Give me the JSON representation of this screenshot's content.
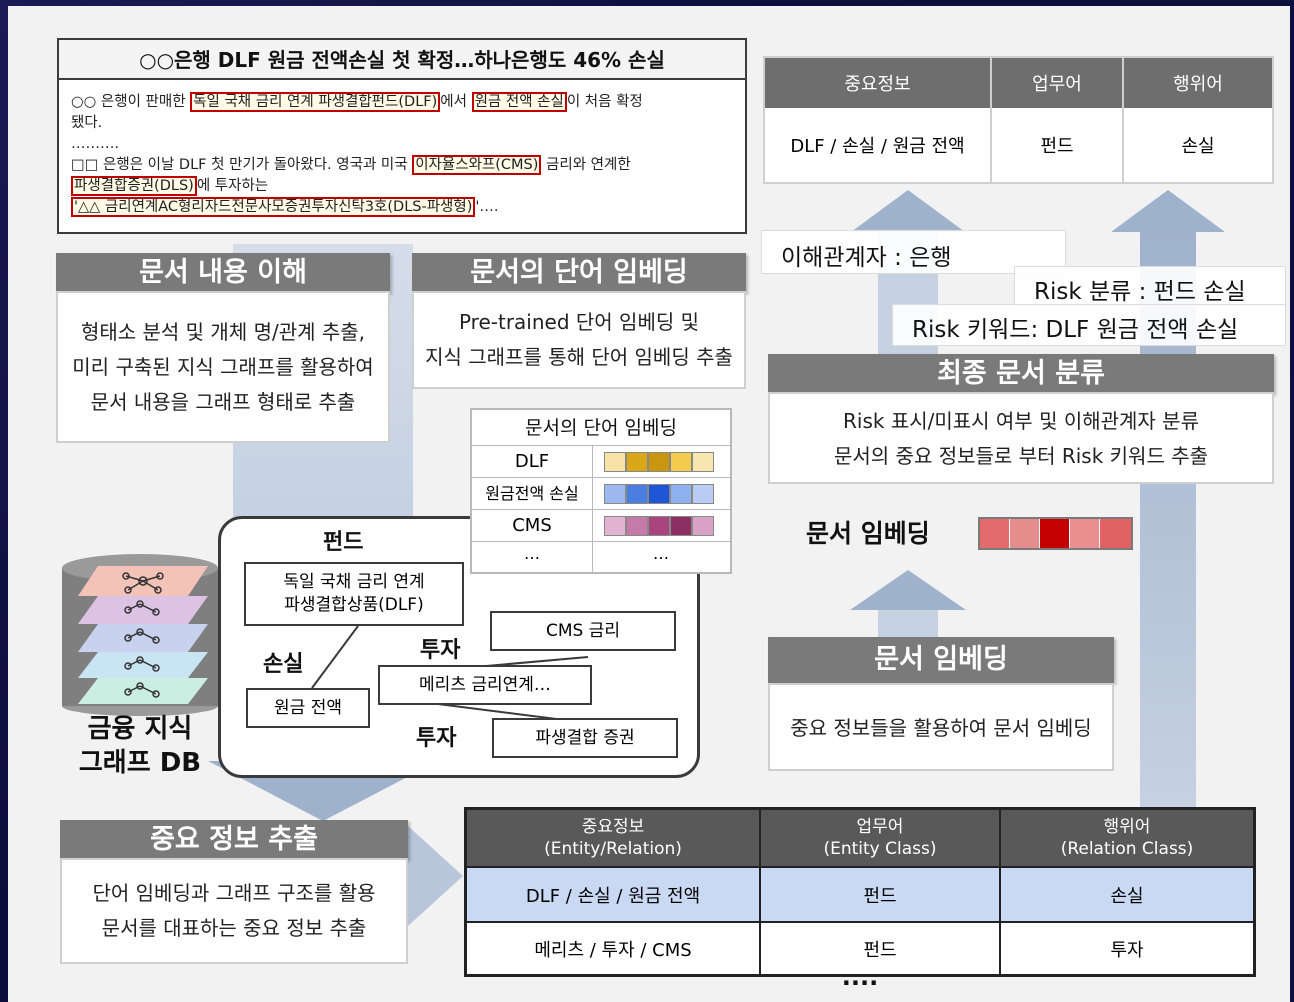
{
  "news": {
    "title": "○○은행 DLF 원금 전액손실 첫 확정…하나은행도 46% 손실",
    "line1_a": "○○ 은행이 판매한 ",
    "line1_hl1": "독일 국채 금리 연계 파생결합펀드(DLF)",
    "line1_b": "에서 ",
    "line1_hl2": "원금 전액 손실",
    "line1_c": "이 처음 확정",
    "line2": "됐다.",
    "line3": "……….",
    "line4_a": "□□ 은행은 이날 DLF 첫 만기가 돌아왔다. 영국과 미국 ",
    "line4_hl": "이자율스와프(CMS)",
    "line4_b": " 금리와 연계한",
    "line5_hl": "파생결합증권(DLS)",
    "line5_b": "에 투자하는",
    "line6_hl": "'△△ 금리연계AC형리자드전문사모증권투자신탁3호(DLS-파생형)",
    "line6_b": "'….",
    "highlight_color": "#c00000"
  },
  "step1": {
    "title": "문서 내용 이해",
    "lines": [
      "형태소 분석 및 개체 명/관계 추출,",
      "미리 구축된 지식 그래프를 활용하여",
      "문서 내용을 그래프 형태로 추출"
    ]
  },
  "step2": {
    "title": "문서의 단어 임베딩",
    "lines": [
      "Pre-trained 단어 임베딩 및",
      "지식 그래프를 통해 단어 임베딩 추출"
    ]
  },
  "embed_table": {
    "title": "문서의 단어 임베딩",
    "rows": [
      {
        "word": "DLF",
        "colors": [
          "#f6e2a6",
          "#d9a81a",
          "#c8960f",
          "#f2cc4d",
          "#f8e6b0"
        ]
      },
      {
        "word": "원금전액 손실",
        "colors": [
          "#9cb8ef",
          "#4a7ee0",
          "#1f56d6",
          "#8eb1ee",
          "#b9cdf4"
        ]
      },
      {
        "word": "CMS",
        "colors": [
          "#e3b3d2",
          "#c57aa9",
          "#a9447f",
          "#8c2f62",
          "#d7a2c4"
        ]
      },
      {
        "word": "…",
        "dots": "…"
      }
    ]
  },
  "graph": {
    "fund_label": "펀드",
    "node_dlf": [
      "독일 국채 금리 연계",
      "파생결합상품(DLF)"
    ],
    "loss_label": "손실",
    "node_principal": "원금 전액",
    "invest_label1": "투자",
    "node_cms": "CMS 금리",
    "node_meritz": "메리츠 금리연계…",
    "invest_label2": "투자",
    "node_derivative": "파생결합 증권"
  },
  "db_label": [
    "금융 지식",
    "그래프 DB"
  ],
  "step3": {
    "title": "중요 정보 추출",
    "lines": [
      "단어 임베딩과 그래프 구조를 활용",
      "문서를 대표하는 중요 정보 추출"
    ]
  },
  "bottom_table": {
    "headers": [
      [
        "중요정보",
        "(Entity/Relation)"
      ],
      [
        "업무어",
        "(Entity Class)"
      ],
      [
        "행위어",
        "(Relation Class)"
      ]
    ],
    "rows": [
      [
        "DLF / 손실 / 원금 전액",
        "펀드",
        "손실"
      ],
      [
        "메리츠 / 투자 / CMS",
        "펀드",
        "투자"
      ]
    ],
    "dots": "····",
    "header_bg": "#595959",
    "highlight_bg": "#c9d9f3"
  },
  "step4": {
    "title": "문서 임베딩",
    "lines": [
      "중요 정보들을 활용하여 문서 임베딩"
    ]
  },
  "doc_embed": {
    "label": "문서 임베딩",
    "colors": [
      "#e36b6b",
      "#e58d8d",
      "#c50000",
      "#e98f8f",
      "#e06262"
    ]
  },
  "step5": {
    "title": "최종 문서 분류",
    "lines": [
      "Risk 표시/미표시 여부 및 이해관계자 분류",
      "문서의 중요 정보들로 부터 Risk 키워드 추출"
    ]
  },
  "labels": {
    "stakeholder": "이해관계자 : 은행",
    "risk_class": "Risk 분류 : 펀드 손실",
    "risk_keyword": "Risk 키워드: DLF 원금 전액 손실"
  },
  "top_table": {
    "headers": [
      "중요정보",
      "업무어",
      "행위어"
    ],
    "row": [
      "DLF / 손실 / 원금 전액",
      "펀드",
      "손실"
    ],
    "header_bg": "#6e6e6e"
  }
}
